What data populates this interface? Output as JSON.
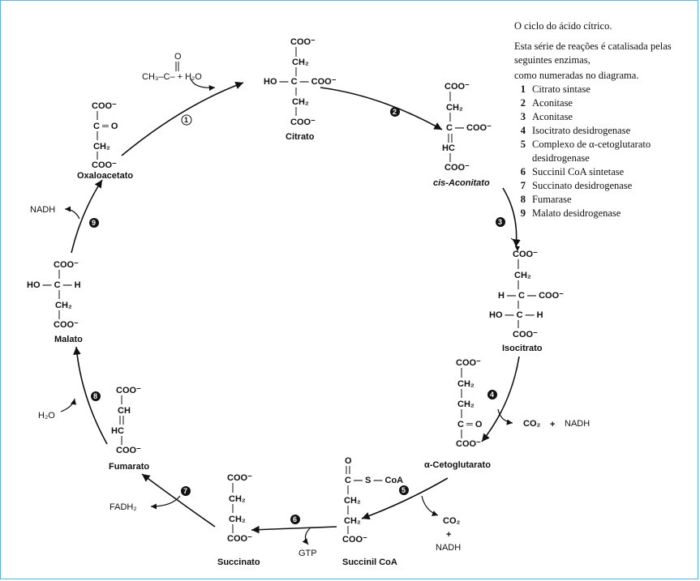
{
  "legend": {
    "title": "O ciclo do ácido cítrico.",
    "intro": "Esta série de reações é catalisada pelas seguintes enzimas,",
    "intro2": "como  numeradas no diagrama.",
    "enzymes": [
      {
        "num": "1",
        "name": "Citrato sintase"
      },
      {
        "num": "2",
        "name": "Aconitase"
      },
      {
        "num": "3",
        "name": "Aconitase"
      },
      {
        "num": "4",
        "name": "Isocitrato desidrogenase"
      },
      {
        "num": "5",
        "name": "Complexo de α-cetoglutarato desidrogenase"
      },
      {
        "num": "6",
        "name": "Succinil CoA sintetase"
      },
      {
        "num": "7",
        "name": "Succinato desidrogenase"
      },
      {
        "num": "8",
        "name": "Fumarase"
      },
      {
        "num": "9",
        "name": "Malato desidrogenase"
      }
    ]
  },
  "compounds": {
    "citrato": "Citrato",
    "cis_aconitato": "cis-Aconitato",
    "isocitrato": "Isocitrato",
    "alfa_cetoglutarato": "α-Cetoglutarato",
    "succinil_coa": "Succinil CoA",
    "succinato": "Succinato",
    "fumarato": "Fumarato",
    "malato": "Malato",
    "oxaloacetato": "Oxaloacetato"
  },
  "side_products": {
    "acetyl": "CH₃–C– + H₂O",
    "acetyl_o": "O",
    "nadh_9": "NADH",
    "h2o_8": "H₂O",
    "fadh2_7": "FADH₂",
    "gtp_6": "GTP",
    "co2_5": "CO₂",
    "plus_5": "+",
    "nadh_5": "NADH",
    "co2_4": "CO₂",
    "plus_4": "+",
    "nadh_4": "NADH"
  },
  "steps": [
    "1",
    "2",
    "3",
    "4",
    "5",
    "6",
    "7",
    "8",
    "9"
  ],
  "colors": {
    "frame": "#59b7e6",
    "ink": "#111111"
  }
}
